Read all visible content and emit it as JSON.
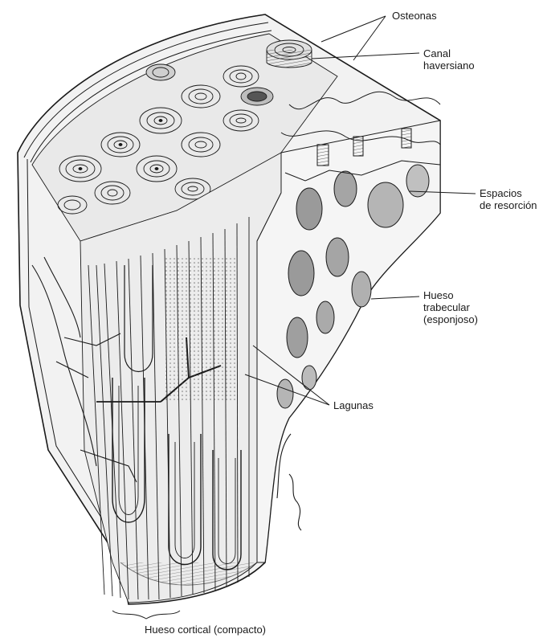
{
  "labels": {
    "osteonas": "Osteonas",
    "canal_line1": "Canal",
    "canal_line2": "haversiano",
    "espacios_line1": "Espacios",
    "espacios_line2": "de resorción",
    "hueso_trab_line1": "Hueso",
    "hueso_trab_line2": "trabecular",
    "hueso_trab_line3": "(esponjoso)",
    "lagunas": "Lagunas",
    "hueso_cortical": "Hueso cortical (compacto)"
  },
  "colors": {
    "ink": "#1a1a1a",
    "mid_gray": "#8a8a8a",
    "light_gray": "#d6d6d6",
    "paper": "#ffffff"
  }
}
